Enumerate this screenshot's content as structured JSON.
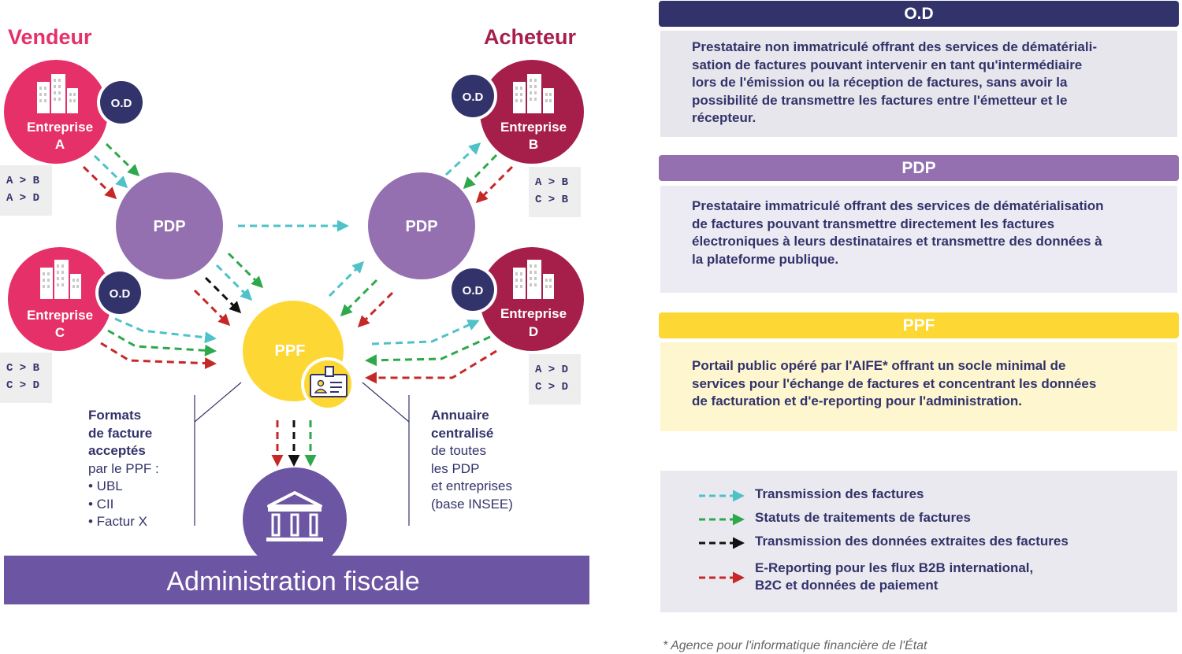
{
  "title_left": "Vendeur",
  "title_right": "Acheteur",
  "nodes": {
    "ent_a": {
      "label1": "Entreprise",
      "label2": "A"
    },
    "ent_b": {
      "label1": "Entreprise",
      "label2": "B"
    },
    "ent_c": {
      "label1": "Entreprise",
      "label2": "C"
    },
    "ent_d": {
      "label1": "Entreprise",
      "label2": "D"
    },
    "od": "O.D",
    "pdp": "PDP",
    "ppf": "PPF"
  },
  "tags": {
    "a": [
      "A > B",
      "A > D"
    ],
    "b": [
      "A > B",
      "C > B"
    ],
    "c": [
      "C > B",
      "C > D"
    ],
    "d": [
      "A > D",
      "C > D"
    ]
  },
  "formats": {
    "line1": "Formats",
    "line2": "de facture",
    "line3": "acceptés",
    "line4": "par le PPF :",
    "items": [
      "• UBL",
      "• CII",
      "• Factur X"
    ]
  },
  "annuaire": {
    "line1": "Annuaire",
    "line2": "centralisé",
    "line3": "de toutes",
    "line4": "les PDP",
    "line5": "et entreprises",
    "line6": "(base INSEE)"
  },
  "admin_label": "Administration fiscale",
  "panels": {
    "od": {
      "title": "O.D",
      "lines": [
        "Prestataire non immatriculé offrant des services de dématériali-",
        "sation de factures pouvant intervenir en tant qu'intermédiaire",
        "lors de l'émission ou la réception de factures, sans avoir la",
        "possibilité de transmettre les factures entre l'émetteur et le",
        "récepteur."
      ]
    },
    "pdp": {
      "title": "PDP",
      "lines": [
        "Prestataire immatriculé offrant des services de dématérialisation",
        "de factures pouvant transmettre directement les factures",
        "électroniques à leurs destinataires et transmettre des données à",
        "la plateforme publique."
      ]
    },
    "ppf": {
      "title": "PPF",
      "lines": [
        "Portail public opéré par l'AIFE* offrant un socle minimal de",
        "services pour l'échange de factures et concentrant les données",
        "de facturation et d'e-reporting pour l'administration."
      ]
    }
  },
  "legend": {
    "transmission": "Transmission des factures",
    "statuts": "Statuts de traitements de factures",
    "donnees": "Transmission des données extraites des factures",
    "ereporting_1": "E-Reporting pour les flux B2B international,",
    "ereporting_2": "B2C et données de paiement"
  },
  "footnote": "* Agence pour l'informatique financière de l'État",
  "colors": {
    "pink": "#e6306a",
    "crimson": "#a61f4b",
    "purple": "#9470b0",
    "yellow": "#fdd835",
    "navy": "#33336b",
    "admin": "#6c55a2",
    "teal": "#4fc1c8",
    "green": "#2ea84b",
    "black": "#111111",
    "red": "#c62828"
  }
}
